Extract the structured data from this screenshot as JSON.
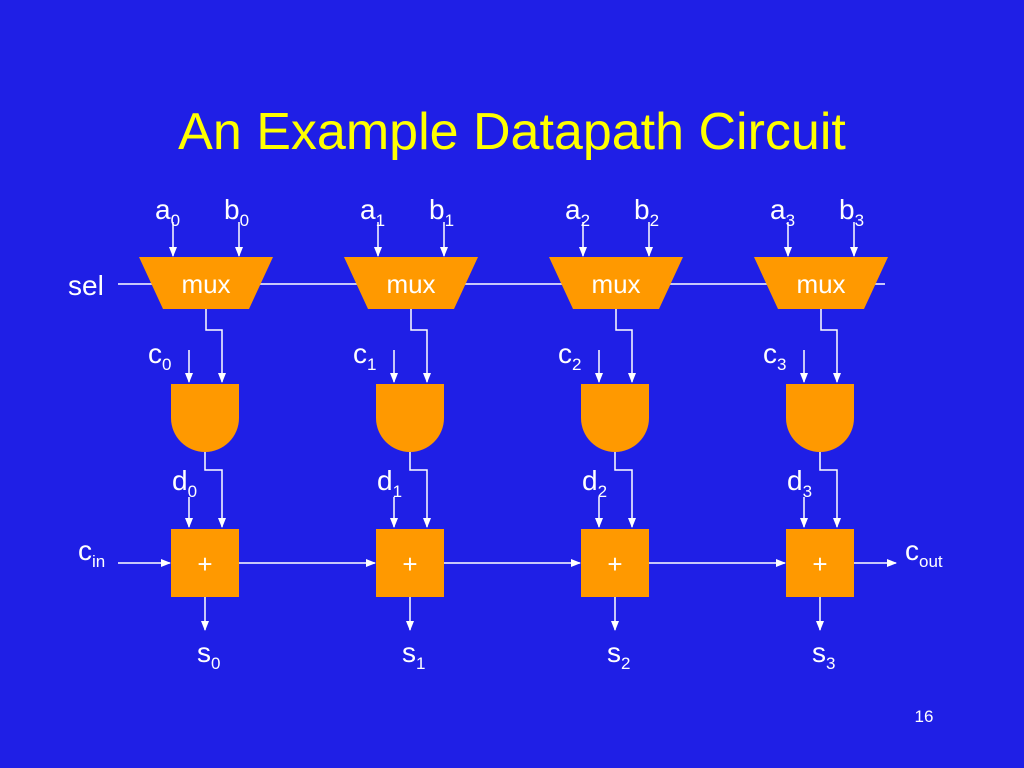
{
  "slide": {
    "title": "An Example Datapath Circuit",
    "page_number": "16"
  },
  "colors": {
    "background": "#1f1fe6",
    "title": "#ffff00",
    "block_fill": "#ff9900",
    "wire": "#ffffff",
    "text": "#ffffff"
  },
  "diagram": {
    "sel": "sel",
    "cin": {
      "base": "c",
      "sub": "in"
    },
    "cout": {
      "base": "c",
      "sub": "out"
    },
    "mux_label": "mux",
    "adder_label": "+",
    "bits": [
      {
        "a": {
          "base": "a",
          "sub": "0"
        },
        "b": {
          "base": "b",
          "sub": "0"
        },
        "c": {
          "base": "c",
          "sub": "0"
        },
        "d": {
          "base": "d",
          "sub": "0"
        },
        "s": {
          "base": "s",
          "sub": "0"
        }
      },
      {
        "a": {
          "base": "a",
          "sub": "1"
        },
        "b": {
          "base": "b",
          "sub": "1"
        },
        "c": {
          "base": "c",
          "sub": "1"
        },
        "d": {
          "base": "d",
          "sub": "1"
        },
        "s": {
          "base": "s",
          "sub": "1"
        }
      },
      {
        "a": {
          "base": "a",
          "sub": "2"
        },
        "b": {
          "base": "b",
          "sub": "2"
        },
        "c": {
          "base": "c",
          "sub": "2"
        },
        "d": {
          "base": "d",
          "sub": "2"
        },
        "s": {
          "base": "s",
          "sub": "2"
        }
      },
      {
        "a": {
          "base": "a",
          "sub": "3"
        },
        "b": {
          "base": "b",
          "sub": "3"
        },
        "c": {
          "base": "c",
          "sub": "3"
        },
        "d": {
          "base": "d",
          "sub": "3"
        },
        "s": {
          "base": "s",
          "sub": "3"
        }
      }
    ]
  }
}
